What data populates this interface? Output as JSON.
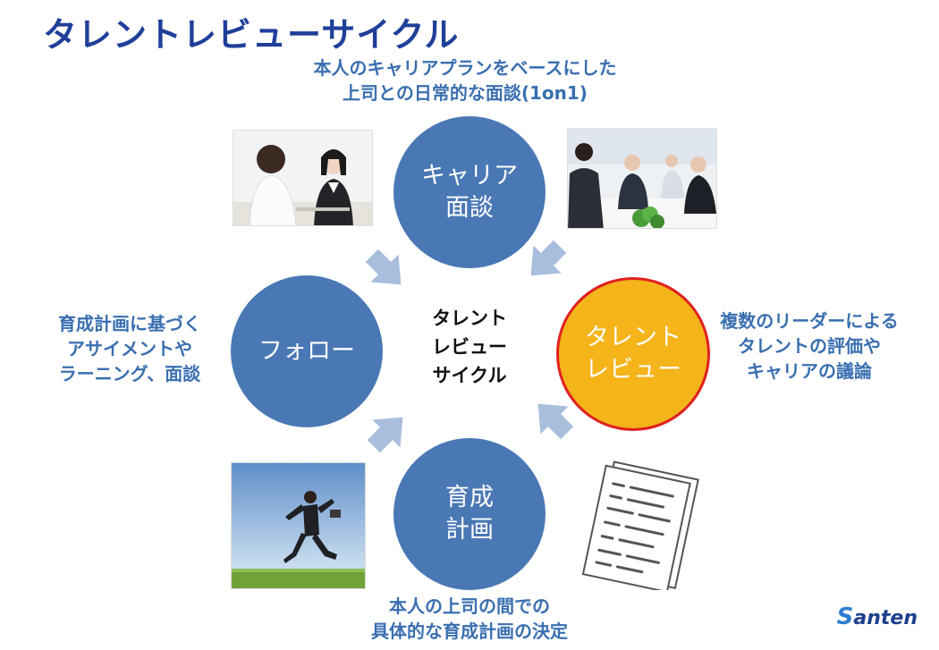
{
  "title": "タレントレビューサイクル",
  "center_label": [
    "タレント",
    "レビュー",
    "サイクル"
  ],
  "nodes": {
    "career": {
      "lines": [
        "キャリア",
        "面談"
      ]
    },
    "review": {
      "lines": [
        "タレント",
        "レビュー"
      ]
    },
    "plan": {
      "lines": [
        "育成",
        "計画"
      ]
    },
    "follow": {
      "lines": [
        "フォロー"
      ]
    }
  },
  "captions": {
    "top": [
      "本人のキャリアプランをベースにした",
      "上司との日常的な面談(1on1)"
    ],
    "right": [
      "複数のリーダーによる",
      "タレントの評価や",
      "キャリアの議論"
    ],
    "bottom": [
      "本人の上司の間での",
      "具体的な育成計画の決定"
    ],
    "left": [
      "育成計画に基づく",
      "アサイメントや",
      "ラーニング、面談"
    ]
  },
  "logo": {
    "mark": "S",
    "text": "anten"
  },
  "colors": {
    "title": "#1f3f99",
    "circle": "#4a78b5",
    "review_fill": "#f4b41a",
    "review_border": "#e02020",
    "arrow": "#a9bedc",
    "caption": "#3a6fb0"
  }
}
